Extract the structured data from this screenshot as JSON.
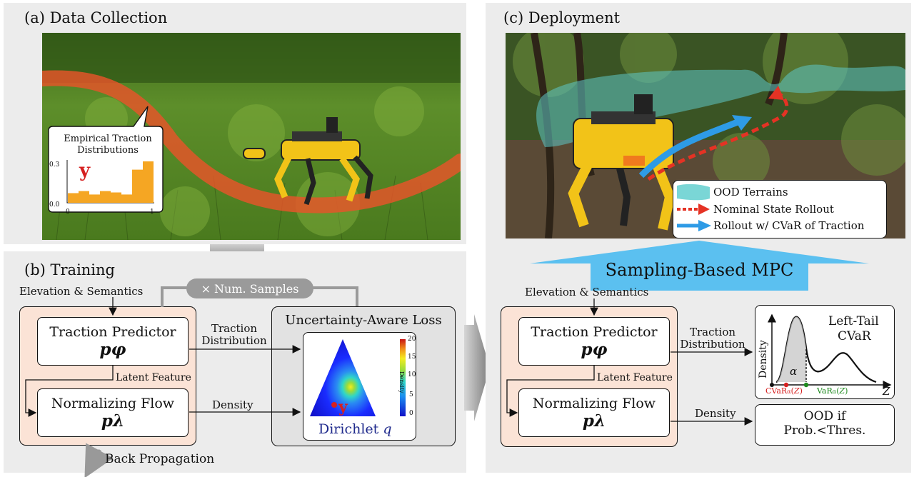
{
  "panels": {
    "a": {
      "title": "(a) Data Collection"
    },
    "b": {
      "title": "(b) Training"
    },
    "c": {
      "title": "(c) Deployment"
    }
  },
  "callout": {
    "title_line1": "Empirical Traction",
    "title_line2": "Distributions",
    "var_label": "y",
    "ytick_top": "0.3",
    "ytick_bottom": "0.0",
    "xtick_left": "0",
    "xtick_right": "1",
    "histogram": [
      0.07,
      0.085,
      0.06,
      0.085,
      0.075,
      0.06,
      0.24,
      0.3
    ]
  },
  "training": {
    "elevation_label": "Elevation & Semantics",
    "num_samples": "× Num. Samples",
    "traction_predictor": "Traction Predictor",
    "traction_predictor_symbol": "pφ",
    "normalizing_flow": "Normalizing Flow",
    "normalizing_flow_symbol": "pλ",
    "latent_feature": "Latent Feature",
    "traction_distribution_line1": "Traction",
    "traction_distribution_line2": "Distribution",
    "density": "Density",
    "loss_title": "Uncertainty-Aware Loss",
    "dirichlet_label": "Dirichlet",
    "dirichlet_symbol": "q",
    "y_point": "y",
    "colorbar_ticks": [
      "20",
      "15",
      "10",
      "5",
      "0"
    ],
    "colorbar_label": "Density",
    "back_propagation": "Back Propagation"
  },
  "deployment": {
    "legend": {
      "ood": "OOD Terrains",
      "nominal": "Nominal State Rollout",
      "cvar": "Rollout w/ CVaR of Traction"
    },
    "mpc_label": "Sampling-Based MPC",
    "elevation_label": "Elevation & Semantics",
    "traction_predictor": "Traction Predictor",
    "traction_predictor_symbol": "pφ",
    "normalizing_flow": "Normalizing Flow",
    "normalizing_flow_symbol": "pλ",
    "latent_feature": "Latent Feature",
    "traction_distribution_line1": "Traction",
    "traction_distribution_line2": "Distribution",
    "density": "Density",
    "cvar_title_line1": "Left-Tail",
    "cvar_title_line2": "CVaR",
    "cvar_ylabel": "Density",
    "cvar_xlabel": "Z",
    "alpha": "α",
    "cvar_tick": "CVaR",
    "var_tick": "VaR",
    "ood_line1": "OOD if",
    "ood_line2": "Prob.<Thres."
  },
  "colors": {
    "panel_bg": "#ececec",
    "training_bg": "#fbe3d6",
    "histogram": "#f5a623",
    "path_red": "#e8542a",
    "ood_teal": "#5fc6c6",
    "mpc_blue": "#5bc0f0",
    "cvar_red": "#d62020",
    "var_green": "#1e8a1e"
  }
}
